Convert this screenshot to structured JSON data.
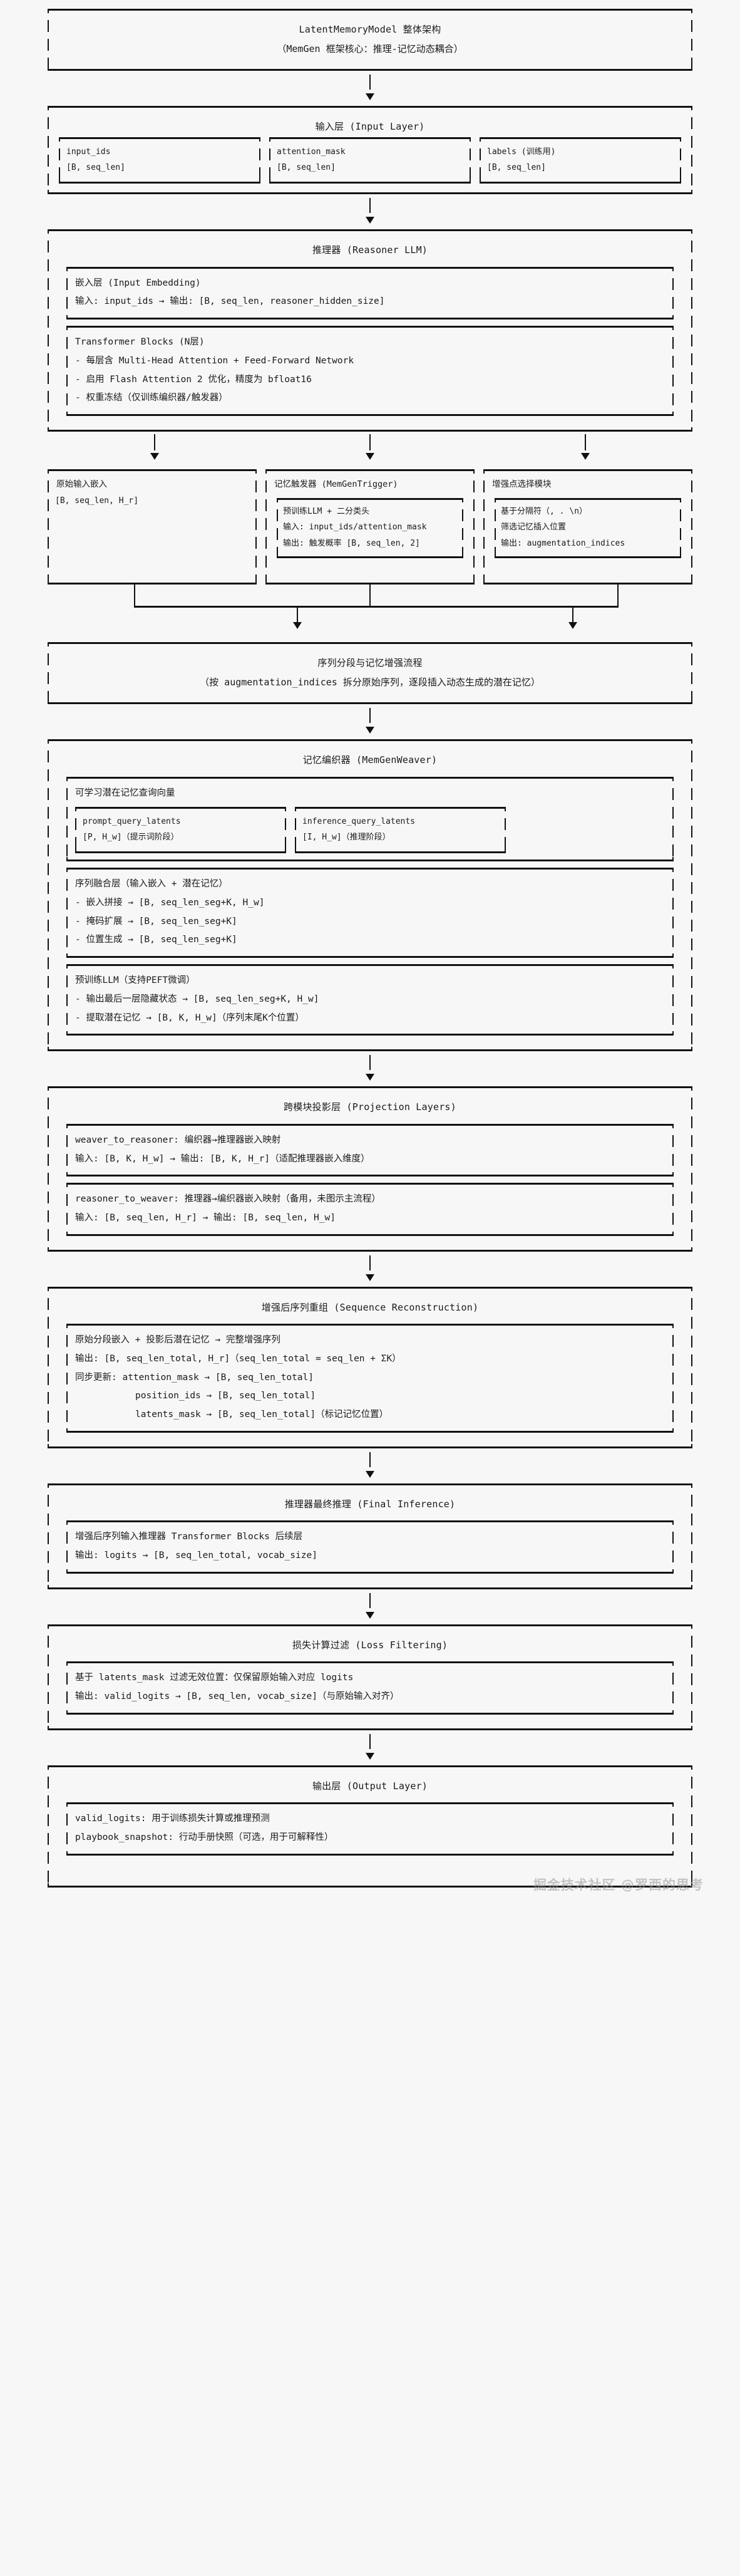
{
  "header": {
    "title": "LatentMemoryModel 整体架构",
    "subtitle": "（MemGen 框架核心：推理-记忆动态耦合）"
  },
  "input_layer": {
    "title": "输入层 (Input Layer)",
    "fields": [
      {
        "name": "input_ids",
        "shape": "[B, seq_len]"
      },
      {
        "name": "attention_mask",
        "shape": "[B, seq_len]"
      },
      {
        "name": "labels (训练用)",
        "shape": "[B, seq_len]"
      }
    ]
  },
  "reasoner": {
    "title": "推理器 (Reasoner LLM)",
    "embedding": {
      "title": "嵌入层 (Input Embedding)",
      "io": "输入: input_ids → 输出: [B, seq_len, reasoner_hidden_size]"
    },
    "transformer": {
      "title": "Transformer Blocks (N层)",
      "bullets": [
        "- 每层含 Multi-Head Attention + Feed-Forward Network",
        "- 启用 Flash Attention 2 优化，精度为 bfloat16",
        "- 权重冻结（仅训练编织器/触发器）"
      ]
    }
  },
  "columns": [
    {
      "title": "原始输入嵌入",
      "lines": [
        "[B, seq_len, H_r]"
      ],
      "sub": null
    },
    {
      "title": "记忆触发器 (MemGenTrigger)",
      "lines": [],
      "sub": {
        "lines": [
          "预训练LLM + 二分类头",
          "输入: input_ids/attention_mask",
          "输出: 触发概率 [B, seq_len, 2]"
        ]
      }
    },
    {
      "title": "增强点选择模块",
      "lines": [],
      "sub": {
        "lines": [
          "基于分隔符（, . \\n）",
          "筛选记忆插入位置",
          "输出: augmentation_indices"
        ]
      }
    }
  ],
  "segmentation": {
    "title": "序列分段与记忆增强流程",
    "subtitle": "（按 augmentation_indices 拆分原始序列，逐段插入动态生成的潜在记忆）"
  },
  "weaver": {
    "title": "记忆编织器 (MemGenWeaver)",
    "query_block": {
      "title": "可学习潜在记忆查询向量",
      "latents": [
        {
          "name": "prompt_query_latents",
          "shape": "[P, H_w]（提示词阶段）"
        },
        {
          "name": "inference_query_latents",
          "shape": "[I, H_w]（推理阶段）"
        }
      ]
    },
    "fusion": {
      "title": "序列融合层（输入嵌入 + 潜在记忆）",
      "bullets": [
        "- 嵌入拼接 → [B, seq_len_seg+K, H_w]",
        "- 掩码扩展 → [B, seq_len_seg+K]",
        "- 位置生成 → [B, seq_len_seg+K]"
      ]
    },
    "peft": {
      "title": "预训练LLM（支持PEFT微调）",
      "bullets": [
        "- 输出最后一层隐藏状态 → [B, seq_len_seg+K, H_w]",
        "- 提取潜在记忆 → [B, K, H_w]（序列末尾K个位置）"
      ]
    }
  },
  "projection": {
    "title": "跨模块投影层 (Projection Layers)",
    "blocks": [
      {
        "title": "weaver_to_reasoner: 编织器→推理器嵌入映射",
        "io": "输入: [B, K, H_w] → 输出: [B, K, H_r]（适配推理器嵌入维度）"
      },
      {
        "title": "reasoner_to_weaver: 推理器→编织器嵌入映射（备用，未图示主流程）",
        "io": "输入: [B, seq_len, H_r] → 输出: [B, seq_len, H_w]"
      }
    ]
  },
  "reconstruction": {
    "title": "增强后序列重组 (Sequence Reconstruction)",
    "lines": [
      "原始分段嵌入 + 投影后潜在记忆 → 完整增强序列",
      "输出: [B, seq_len_total, H_r]（seq_len_total = seq_len + ΣK）",
      "同步更新: attention_mask → [B, seq_len_total]",
      "           position_ids → [B, seq_len_total]",
      "           latents_mask → [B, seq_len_total]（标记记忆位置）"
    ]
  },
  "final_inference": {
    "title": "推理器最终推理 (Final Inference)",
    "lines": [
      "增强后序列输入推理器 Transformer Blocks 后续层",
      "输出: logits → [B, seq_len_total, vocab_size]"
    ]
  },
  "loss_filtering": {
    "title": "损失计算过滤 (Loss Filtering)",
    "lines": [
      "基于 latents_mask 过滤无效位置：仅保留原始输入对应 logits",
      "输出: valid_logits → [B, seq_len, vocab_size]（与原始输入对齐）"
    ]
  },
  "output_layer": {
    "title": "输出层 (Output Layer)",
    "lines": [
      "valid_logits: 用于训练损失计算或推理预测",
      "playbook_snapshot: 行动手册快照（可选，用于可解释性）"
    ]
  },
  "watermark": "掘金技术社区 @罗西的思考"
}
